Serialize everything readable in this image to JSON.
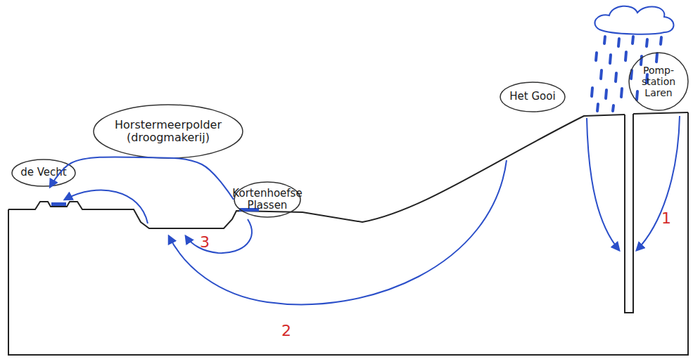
{
  "diagram": {
    "nodes": [
      {
        "text": [
          "de Vecht"
        ]
      },
      {
        "text": [
          "Horstermeerpolder (droogmakerij)"
        ]
      },
      {
        "text": [
          "Kortenhoefse Plassen"
        ]
      },
      {
        "text": [
          "Het Gooi"
        ]
      },
      {
        "text": [
          "Pomp- station Laren"
        ]
      }
    ],
    "edges": [
      {
        "from": 2,
        "to": 0,
        "arrow": "to"
      }
    ],
    "labels": [
      "1",
      "2",
      "3"
    ]
  }
}
